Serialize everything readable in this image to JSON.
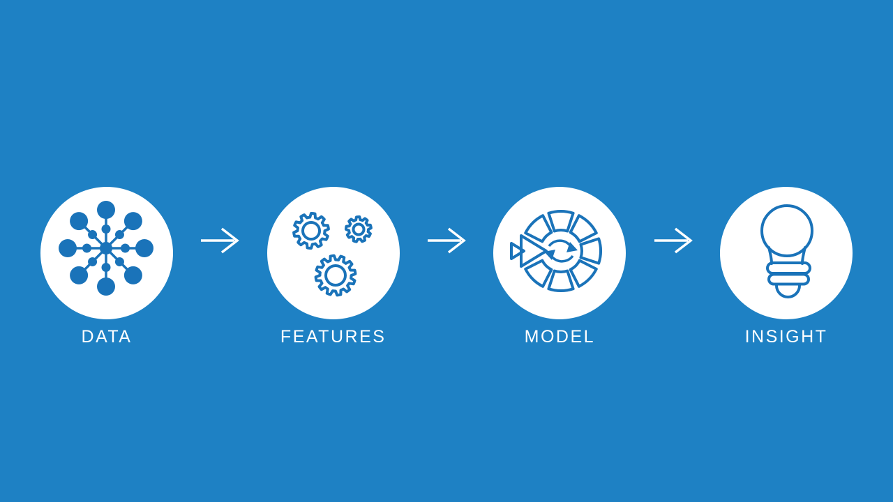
{
  "diagram": {
    "background_color": "#1e81c4",
    "icon_color": "#1a73b9",
    "circle_color": "#ffffff",
    "text_color": "#ffffff",
    "arrow_color": "#ffffff",
    "connector": "right-arrow",
    "stages": [
      {
        "label": "DATA",
        "icon": "data-network-icon"
      },
      {
        "label": "FEATURES",
        "icon": "gears-icon"
      },
      {
        "label": "MODEL",
        "icon": "model-iteration-icon"
      },
      {
        "label": "INSIGHT",
        "icon": "lightbulb-icon"
      }
    ]
  }
}
